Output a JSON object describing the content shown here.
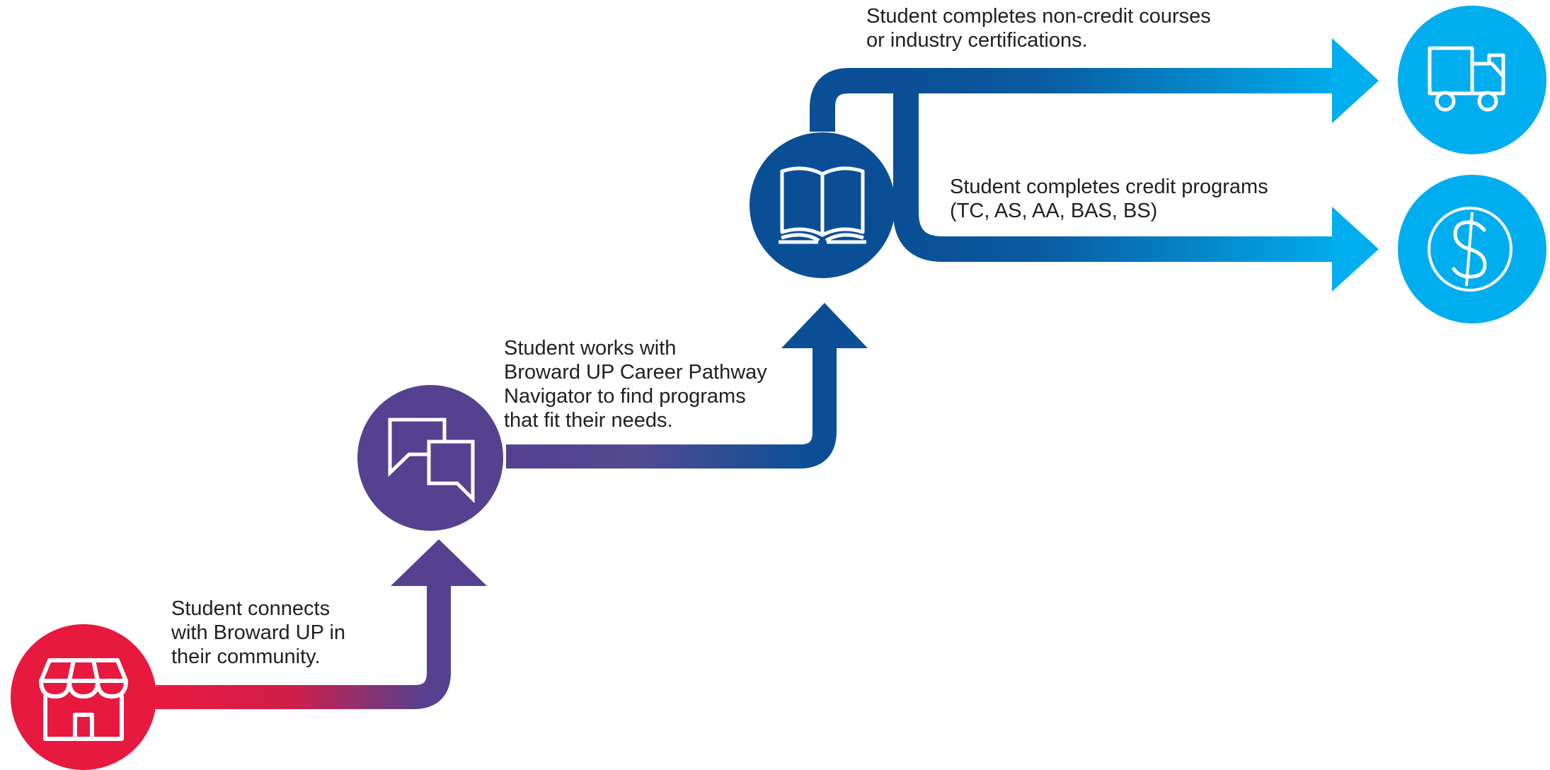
{
  "steps": [
    {
      "id": "community",
      "icon": "storefront-icon",
      "color": "#e8193f",
      "text": [
        "Student connects",
        "with Broward UP in",
        "their community."
      ]
    },
    {
      "id": "navigator",
      "icon": "chat-bubbles-icon",
      "color": "#55418f",
      "text": [
        "Student works with",
        "Broward UP Career Pathway",
        "Navigator to find programs",
        "that fit their needs."
      ]
    },
    {
      "id": "education",
      "icon": "open-book-icon",
      "color": "#0a4f96"
    }
  ],
  "outcomes": [
    {
      "id": "non-credit",
      "icon": "delivery-truck-icon",
      "color": "#00aeef",
      "text": [
        "Student completes non-credit courses",
        "or industry certifications."
      ]
    },
    {
      "id": "credit",
      "icon": "dollar-icon",
      "color": "#00aeef",
      "text": [
        "Student completes credit programs",
        "(TC, AS, AA, BAS, BS)"
      ]
    }
  ],
  "colors": {
    "red": "#e8193f",
    "purple": "#55418f",
    "navy": "#0a4f96",
    "cyan": "#00aeef"
  }
}
